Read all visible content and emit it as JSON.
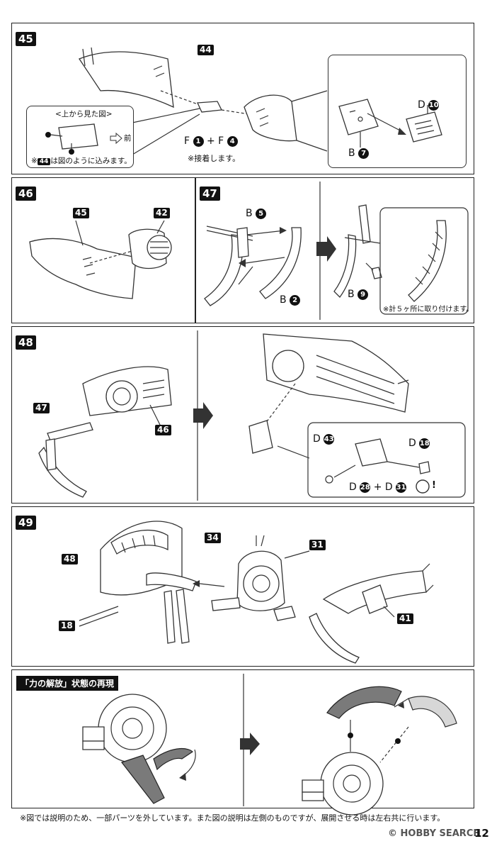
{
  "steps": {
    "s45": {
      "number": "45",
      "part_tag": "44",
      "inset_title": "<上から見た図>",
      "inset_front": "前",
      "inset_markers": [
        "1",
        "2"
      ],
      "joint_label_prefix1": "F",
      "joint_num1": "1",
      "joint_plus": "+",
      "joint_label_prefix2": "F",
      "joint_num2": "4",
      "glue_note": "※接着します。",
      "inset_note_pre": "※",
      "inset_note_tag": "44",
      "inset_note_post": "は図のように込みます。",
      "b7_prefix": "B",
      "b7_num": "7",
      "d10_prefix": "D",
      "d10_num": "10"
    },
    "s46": {
      "number": "46",
      "tag45": "45",
      "tag42": "42"
    },
    "s47": {
      "number": "47",
      "b5_prefix": "B",
      "b5_num": "5",
      "b2_prefix": "B",
      "b2_num": "2",
      "b9_prefix": "B",
      "b9_num": "9",
      "note": "※計５ヶ所に取り付けます。"
    },
    "s48": {
      "number": "48",
      "tag47": "47",
      "tag46": "46",
      "d43_prefix": "D",
      "d43_num": "43",
      "d18_prefix": "D",
      "d18_num": "18",
      "d28_prefix": "D",
      "d28_num": "28",
      "plus": "+",
      "d31_prefix": "D",
      "d31_num": "31",
      "caution": "!"
    },
    "s49": {
      "number": "49",
      "tag34": "34",
      "tag31": "31",
      "tag48": "48",
      "tag18": "18",
      "tag41": "41"
    },
    "release": {
      "title": "「力の解放」状態の再現",
      "markers": [
        "1",
        "2"
      ]
    }
  },
  "footer": "※図では説明のため、一部パーツを外しています。また図の説明は左側のものですが、展開させる時は左右共に行います。",
  "watermark": "© HOBBY SEARCH",
  "page_number": "12"
}
